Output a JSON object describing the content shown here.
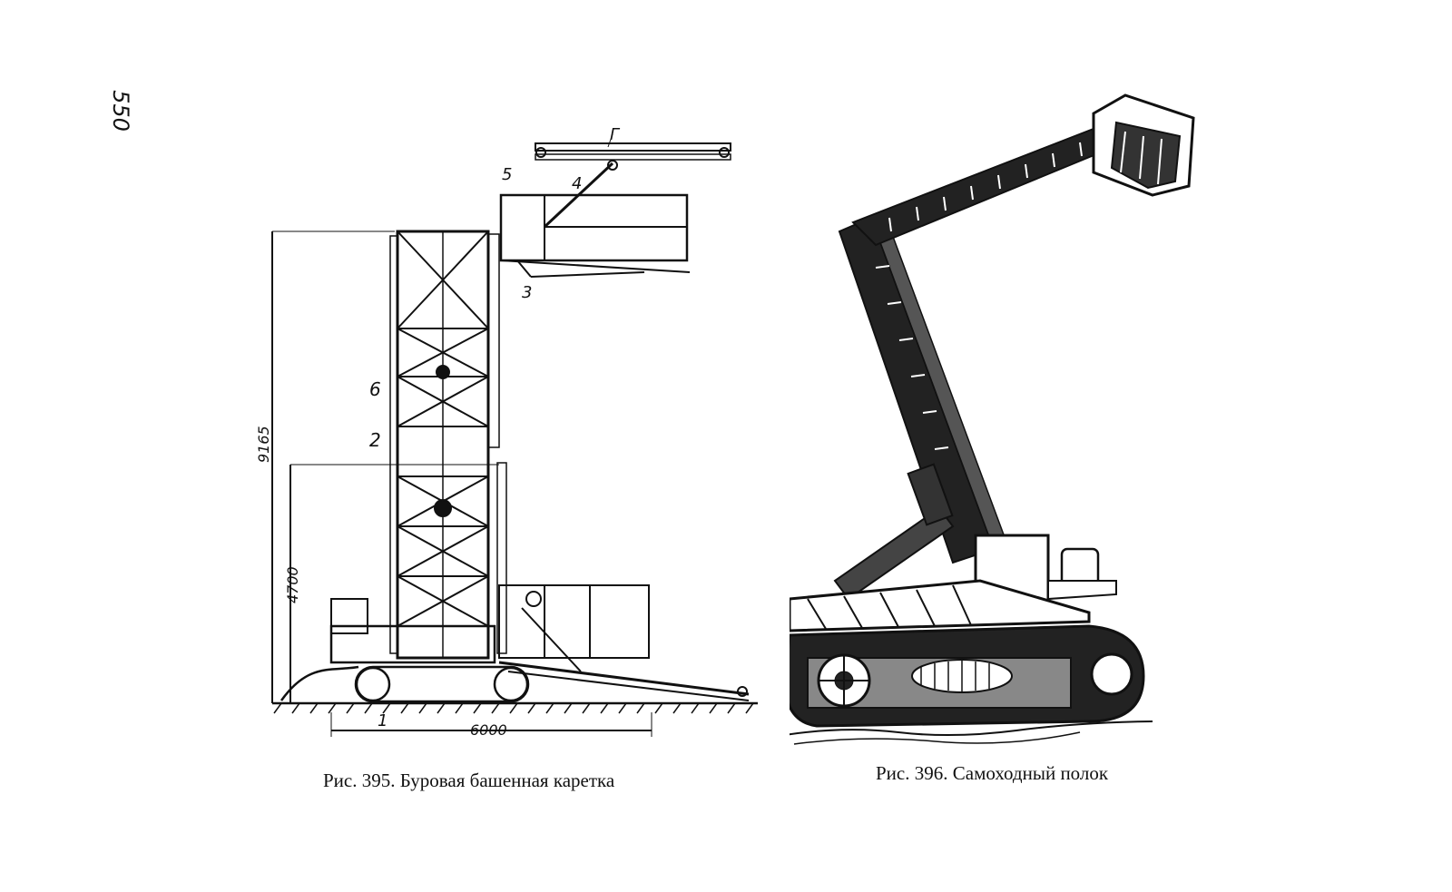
{
  "page": {
    "number": "550"
  },
  "figure_395": {
    "caption": "Рис. 395. Буровая башенная каретка",
    "labels": {
      "g": "Г",
      "l1": "1",
      "l2": "2",
      "l3": "3",
      "l4": "4",
      "l5": "5",
      "l6": "6"
    },
    "dimensions": {
      "total_height": "9165",
      "lower_height": "4700",
      "length": "6000"
    }
  },
  "figure_396": {
    "caption": "Рис. 396. Самоходный полок"
  }
}
